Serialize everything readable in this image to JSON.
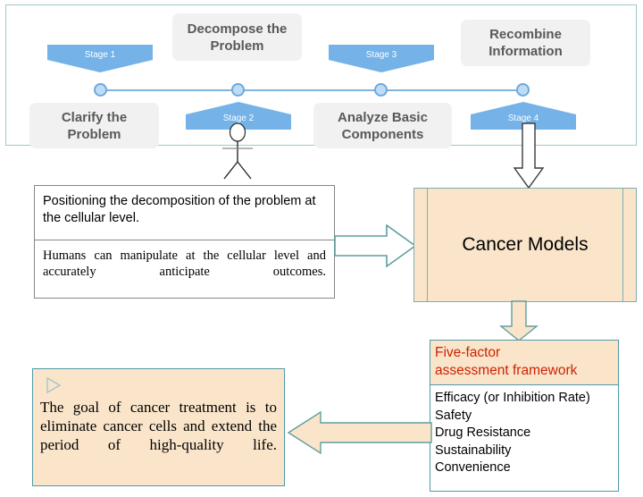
{
  "diagram": {
    "title": "Cancer treatment problem-decomposition flow",
    "colors": {
      "stage_blue": "#74b2e8",
      "node_fill": "#bfdcf5",
      "node_stroke": "#6fa8dc",
      "axis_blue": "#7fb4e0",
      "gray_label_bg": "#f1f1f1",
      "gray_label_text": "#595959",
      "peach_fill": "#fae5ca",
      "teal_stroke": "#4f9ba6",
      "panel_border": "#9fc7c9",
      "accent_red": "#cc2200"
    }
  },
  "timeline": {
    "stages": [
      {
        "tag": "Stage 1",
        "direction": "down",
        "label": "Clarify the\nProblem",
        "label_position": "below"
      },
      {
        "tag": "Stage 2",
        "direction": "up",
        "label": "Decompose the\nProblem",
        "label_position": "above"
      },
      {
        "tag": "Stage 3",
        "direction": "down",
        "label": "Analyze Basic\nComponents",
        "label_position": "below"
      },
      {
        "tag": "Stage 4",
        "direction": "up",
        "label": "Recombine\nInformation",
        "label_position": "above"
      }
    ],
    "stage_tags": {
      "s1": "Stage 1",
      "s2": "Stage 2",
      "s3": "Stage 3",
      "s4": "Stage 4"
    },
    "labels": {
      "decompose_l1": "Decompose the",
      "decompose_l2": "Problem",
      "recombine_l1": "Recombine",
      "recombine_l2": "Information",
      "clarify_l1": "Clarify the",
      "clarify_l2": "Problem",
      "analyze_l1": "Analyze Basic",
      "analyze_l2": "Components"
    }
  },
  "note": {
    "top_text": "Positioning the decomposition of the problem at the cellular level.",
    "bottom_text": "Humans can manipulate at the cellular level and accurately anticipate outcomes."
  },
  "process": {
    "label": "Cancer Models"
  },
  "framework": {
    "heading_line1": "Five-factor",
    "heading_line2": "assessment framework",
    "items": [
      "Efficacy (or Inhibition Rate)",
      "Safety",
      "Drug Resistance",
      "Sustainability",
      "Convenience"
    ]
  },
  "goal": {
    "text": "The goal of cancer treatment is to eliminate cancer cells and extend the period of high-quality life."
  }
}
